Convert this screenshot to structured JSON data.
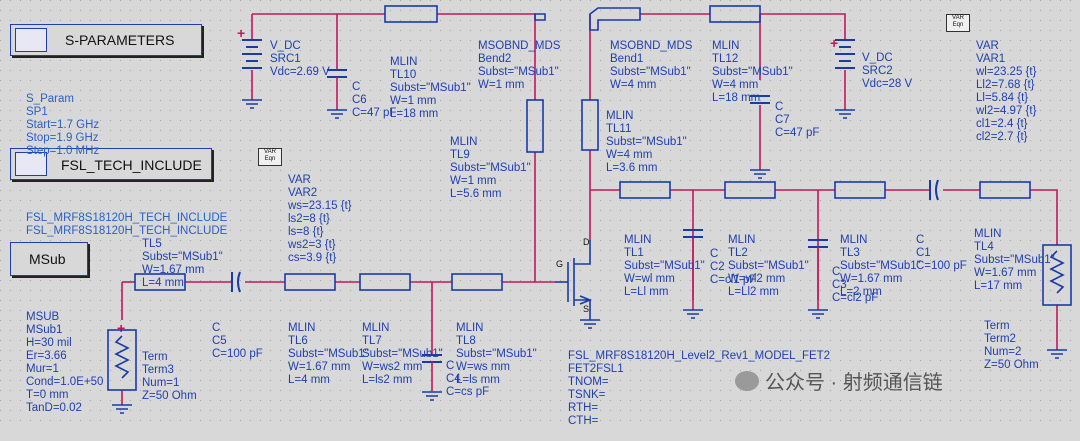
{
  "sparam": {
    "title": "S-PARAMETERS",
    "lines": [
      "S_Param",
      "SP1",
      "Start=1.7 GHz",
      "Stop=1.9 GHz",
      "Step=1.0 MHz"
    ]
  },
  "fsl": {
    "title": "FSL_TECH_INCLUDE",
    "lines": [
      "FSL_MRF8S18120H_TECH_INCLUDE",
      "FSL_MRF8S18120H_TECH_INCLUDE"
    ]
  },
  "msub": {
    "title": "MSub",
    "lines": [
      "MSUB",
      "MSub1",
      "H=30 mil",
      "Er=3.66",
      "Mur=1",
      "Cond=1.0E+50",
      "T=0 mm",
      "TanD=0.02"
    ]
  },
  "src1": {
    "lines": [
      "V_DC",
      "SRC1",
      "Vdc=2.69 V"
    ]
  },
  "src2": {
    "lines": [
      "V_DC",
      "SRC2",
      "Vdc=28 V"
    ]
  },
  "c6": {
    "lines": [
      "C",
      "C6",
      "C=47 pF"
    ]
  },
  "c7": {
    "lines": [
      "C",
      "C7",
      "C=47 pF"
    ]
  },
  "tl10": {
    "lines": [
      "MLIN",
      "TL10",
      "Subst=\"MSub1\"",
      "W=1 mm",
      "L=18 mm"
    ]
  },
  "bend2": {
    "lines": [
      "MSOBND_MDS",
      "Bend2",
      "Subst=\"MSub1\"",
      "W=1 mm"
    ]
  },
  "bend1": {
    "lines": [
      "MSOBND_MDS",
      "Bend1",
      "Subst=\"MSub1\"",
      "W=4 mm"
    ]
  },
  "tl12": {
    "lines": [
      "MLIN",
      "TL12",
      "Subst=\"MSub1\"",
      "W=4 mm",
      "L=18 mm"
    ]
  },
  "tl9": {
    "lines": [
      "MLIN",
      "TL9",
      "Subst=\"MSub1\"",
      "W=1 mm",
      "L=5.6 mm"
    ]
  },
  "tl11": {
    "lines": [
      "MLIN",
      "TL11",
      "Subst=\"MSub1\"",
      "W=4 mm",
      "L=3.6 mm"
    ]
  },
  "var1": {
    "lines": [
      "VAR",
      "VAR1",
      "wl=23.25 {t}",
      "Ll2=7.68 {t}",
      "Ll=5.84 {t}",
      "wl2=4.97 {t}",
      "cl1=2.4 {t}",
      "cl2=2.7 {t}"
    ]
  },
  "var2": {
    "lines": [
      "VAR",
      "VAR2",
      "ws=23.15 {t}",
      "ls2=8 {t}",
      "ls=8 {t}",
      "ws2=3 {t}",
      "cs=3.9 {t}"
    ]
  },
  "tl5": {
    "lines": [
      "TL5",
      "Subst=\"MSub1\"",
      "W=1.67 mm",
      "L=4 mm"
    ]
  },
  "c5": {
    "lines": [
      "C",
      "C5",
      "C=100 pF"
    ]
  },
  "tl6": {
    "lines": [
      "MLIN",
      "TL6",
      "Subst=\"MSub1\"",
      "W=1.67 mm",
      "L=4 mm"
    ]
  },
  "tl7": {
    "lines": [
      "MLIN",
      "TL7",
      "Subst=\"MSub1\"",
      "W=ws2 mm",
      "L=ls2 mm"
    ]
  },
  "tl8": {
    "lines": [
      "MLIN",
      "TL8",
      "Subst=\"MSub1\"",
      "W=ws mm",
      "L=ls mm"
    ]
  },
  "c4": {
    "lines": [
      "C",
      "C4",
      "C=cs pF"
    ]
  },
  "term3": {
    "lines": [
      "Term",
      "Term3",
      "Num=1",
      "Z=50 Ohm"
    ]
  },
  "fet": {
    "lines": [
      "FSL_MRF8S18120H_Level2_Rev1_MODEL_FET2",
      "FET2FSL1",
      "TNOM=",
      "TSNK=",
      "RTH=",
      "CTH="
    ]
  },
  "tl1": {
    "lines": [
      "MLIN",
      "TL1",
      "Subst=\"MSub1\"",
      "W=wl mm",
      "L=Ll mm"
    ]
  },
  "c2": {
    "lines": [
      "C",
      "C2",
      "C=cl1 pF"
    ]
  },
  "tl2": {
    "lines": [
      "MLIN",
      "TL2",
      "Subst=\"MSub1\"",
      "W=wl2 mm",
      "L=Ll2 mm"
    ]
  },
  "c3": {
    "lines": [
      "C",
      "C3",
      "C=cl2 pF"
    ]
  },
  "tl3": {
    "lines": [
      "MLIN",
      "TL3",
      "Subst=\"MSub1\"",
      "W=1.67 mm",
      "L=2 mm"
    ]
  },
  "c1": {
    "lines": [
      "C",
      "C1",
      "C=100 pF"
    ]
  },
  "tl4": {
    "lines": [
      "MLIN",
      "TL4",
      "Subst=\"MSub1\"",
      "W=1.67 mm",
      "L=17 mm"
    ]
  },
  "term2": {
    "lines": [
      "Term",
      "Term2",
      "Num=2",
      "Z=50 Ohm"
    ]
  },
  "pins": {
    "gate": "G",
    "drain": "D",
    "source": "S"
  },
  "icons": {
    "var_label": "VAR\nEqn"
  },
  "watermark": {
    "text": "公众号 · 射频通信链"
  },
  "colors": {
    "wire": "#c2185b",
    "symbol": "#1a3aa8",
    "text": "#1f3fb0",
    "bg": "#d8d8d8"
  }
}
